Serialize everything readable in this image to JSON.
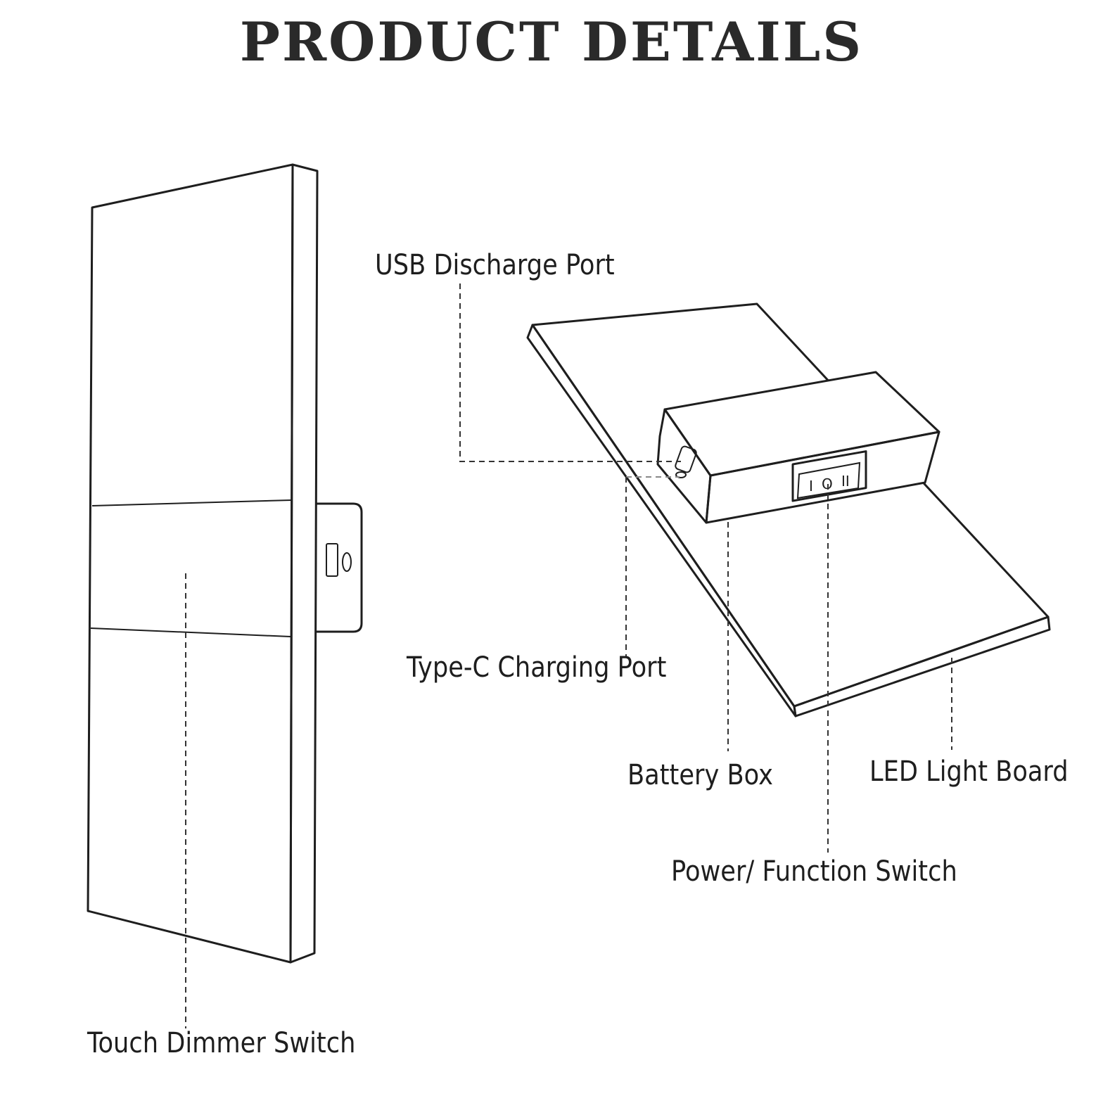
{
  "title": "PRODUCT DETAILS",
  "labels": {
    "usb_discharge_port": "USB Discharge Port",
    "type_c_charging_port": "Type-C Charging Port",
    "battery_box": "Battery Box",
    "led_light_board": "LED Light Board",
    "power_function_switch": "Power/ Function Switch",
    "touch_dimmer_switch": "Touch Dimmer Switch"
  },
  "switch_symbols": {
    "left": "I",
    "middle": "O",
    "right": "II"
  }
}
